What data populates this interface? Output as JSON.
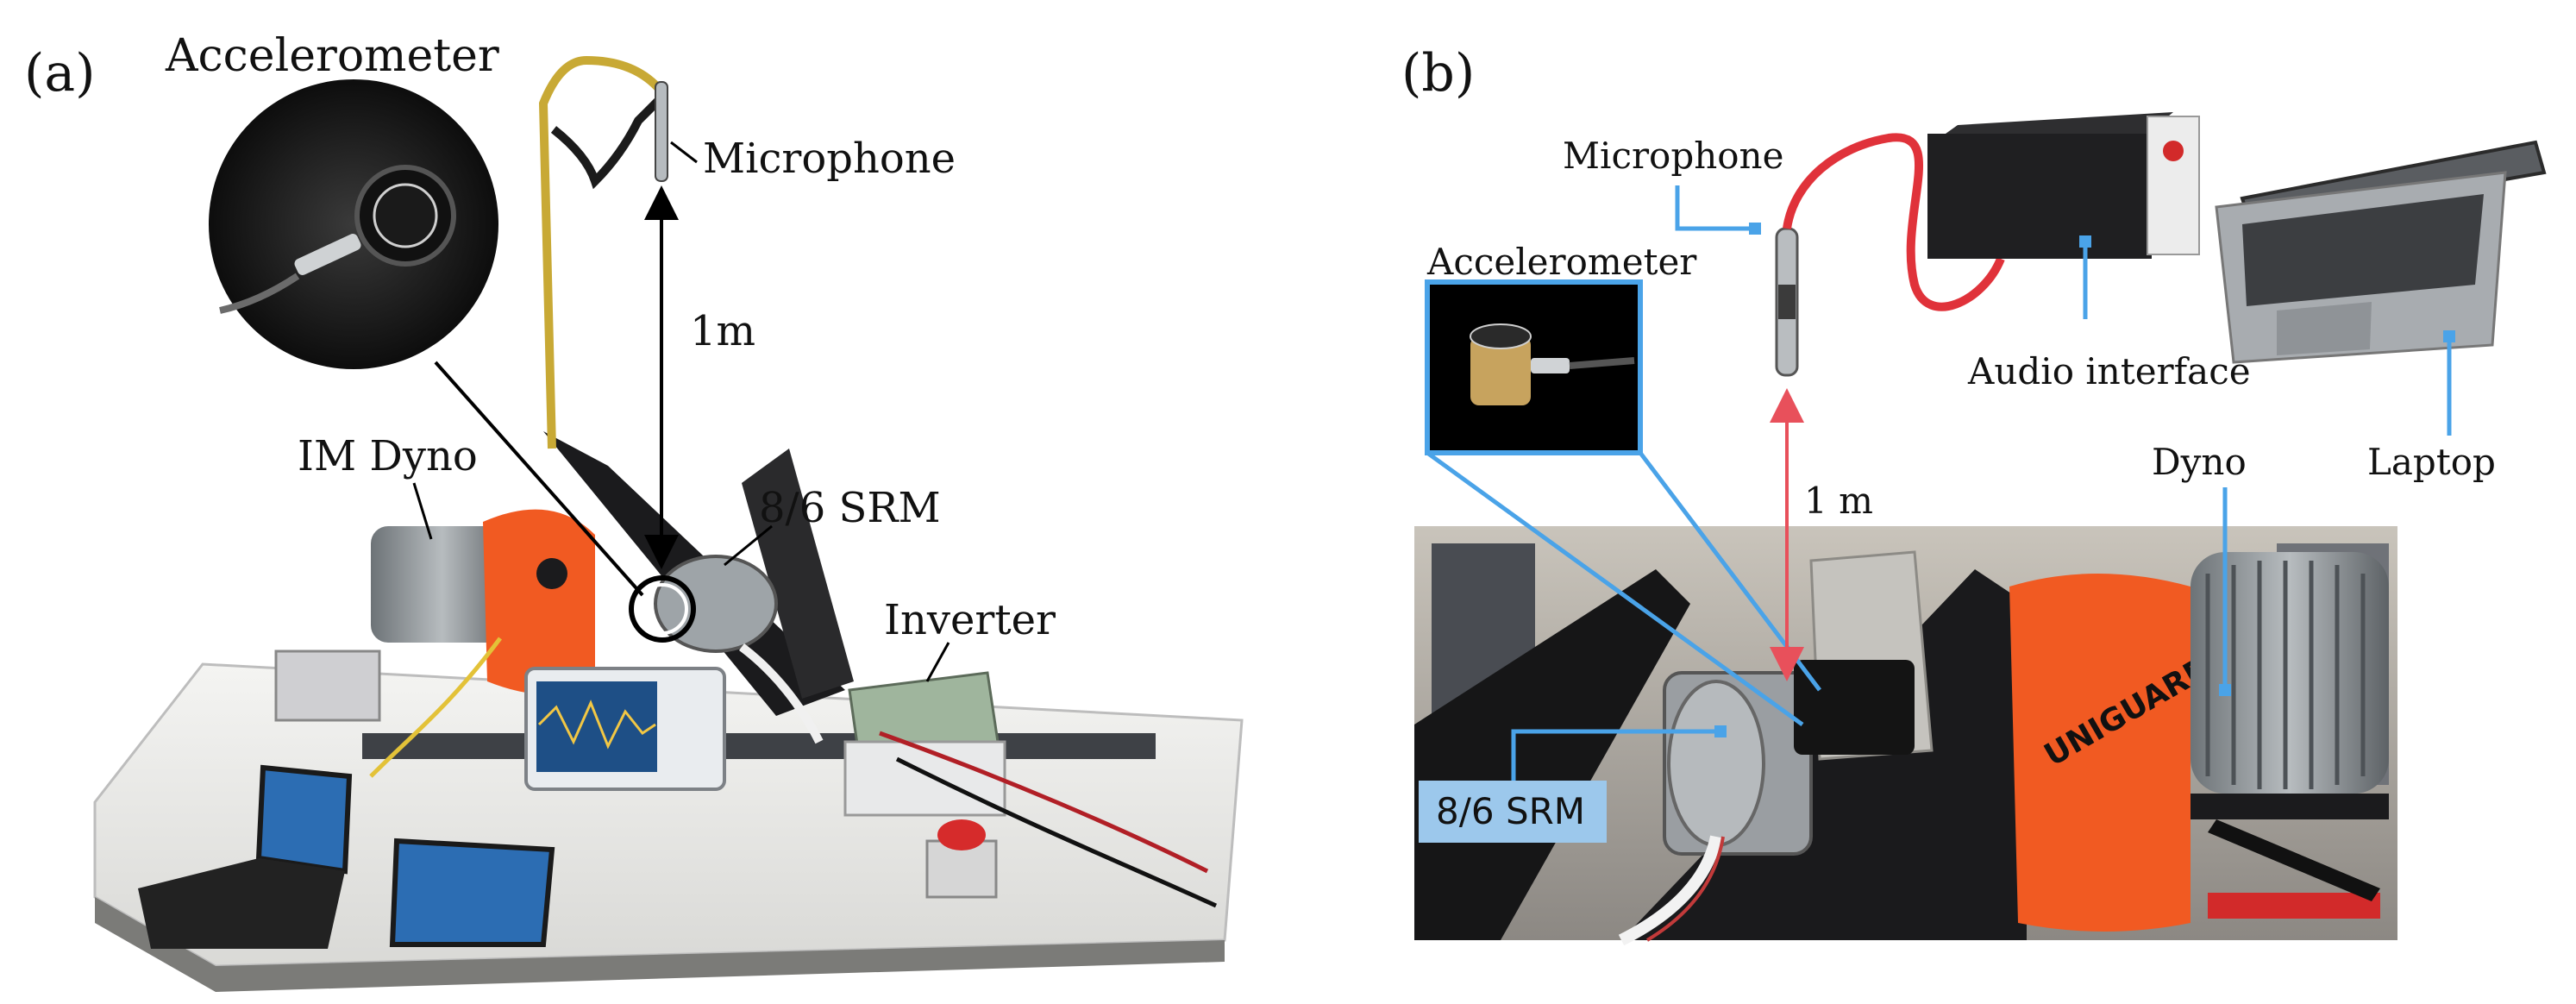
{
  "panel_a": {
    "letter": "(a)",
    "labels": {
      "accelerometer": "Accelerometer",
      "microphone": "Microphone",
      "distance": "1m",
      "im_dyno": "IM Dyno",
      "srm": "8/6 SRM",
      "inverter": "Inverter"
    }
  },
  "panel_b": {
    "letter": "(b)",
    "labels": {
      "microphone": "Microphone",
      "accelerometer": "Accelerometer",
      "audio_interface": "Audio interface",
      "laptop": "Laptop",
      "dyno": "Dyno",
      "distance": "1 m",
      "srm": "8/6 SRM"
    }
  },
  "colors": {
    "callout_blue": "#4aa3e8",
    "distance_arrow_red": "#e8505b",
    "dyno_orange": "#f15a22",
    "cable_red": "#e0323a"
  }
}
